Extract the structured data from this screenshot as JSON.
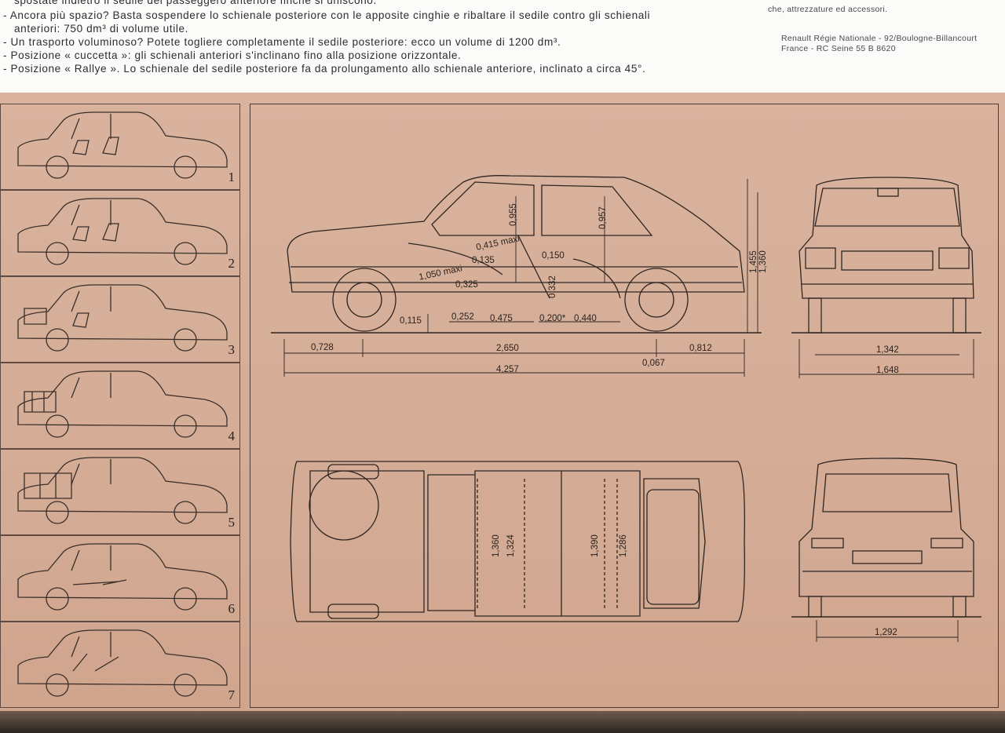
{
  "text_lines": [
    "spostate indietro il sedile del passeggero anteriore finché si uniscono.",
    "- Ancora più spazio? Basta sospendere lo schienale posteriore con le apposite cinghie e ribaltare il sedile contro gli schienali",
    "anteriori: 750 dm³ di volume utile.",
    "- Un trasporto voluminoso? Potete togliere completamente il sedile posteriore: ecco un volume di 1200 dm³.",
    "- Posizione « cuccetta »: gli schienali anteriori s'inclinano fino alla posizione orizzontale.",
    "- Posizione « Rallye ». Lo schienale del sedile posteriore fa da prolungamento allo schienale anteriore, inclinato a circa 45°."
  ],
  "side_text": {
    "fragment": "che, attrezzature ed accessori.",
    "company_line1": "Renault Régie Nationale - 92/Boulogne-Billancourt",
    "company_line2": "France - RC Seine 55 B 8620"
  },
  "positions": [
    "1",
    "2",
    "3",
    "4",
    "5",
    "6",
    "7"
  ],
  "side_view_dims": {
    "height_front_seat": "0,955",
    "height_rear_seat": "0,957",
    "front_seat_travel": "0,415 maxi",
    "front_legroom": "1,050 maxi",
    "seat_135": "0,135",
    "seat_150": "0,150",
    "seat_325": "0,325",
    "seat_332": "0,332",
    "ground_clearance": "0,115",
    "seat_252": "0,252",
    "seat_475": "0,475",
    "seat_200": "0,200*",
    "seat_440": "0,440",
    "overall_height": "1,455",
    "laden_height": "1,360",
    "front_overhang": "0,728",
    "wheelbase": "2,650",
    "rear_overhang": "0,812",
    "wheelbase_diff": "0,067",
    "overall_length": "4,257"
  },
  "front_view_dims": {
    "front_track": "1,342",
    "overall_width": "1,648"
  },
  "plan_view_dims": {
    "front_elbow": "1,360",
    "front_shoulder": "1,324",
    "rear_elbow": "1,390",
    "rear_shoulder": "1,286"
  },
  "rear_view_dims": {
    "rear_track": "1,292"
  }
}
